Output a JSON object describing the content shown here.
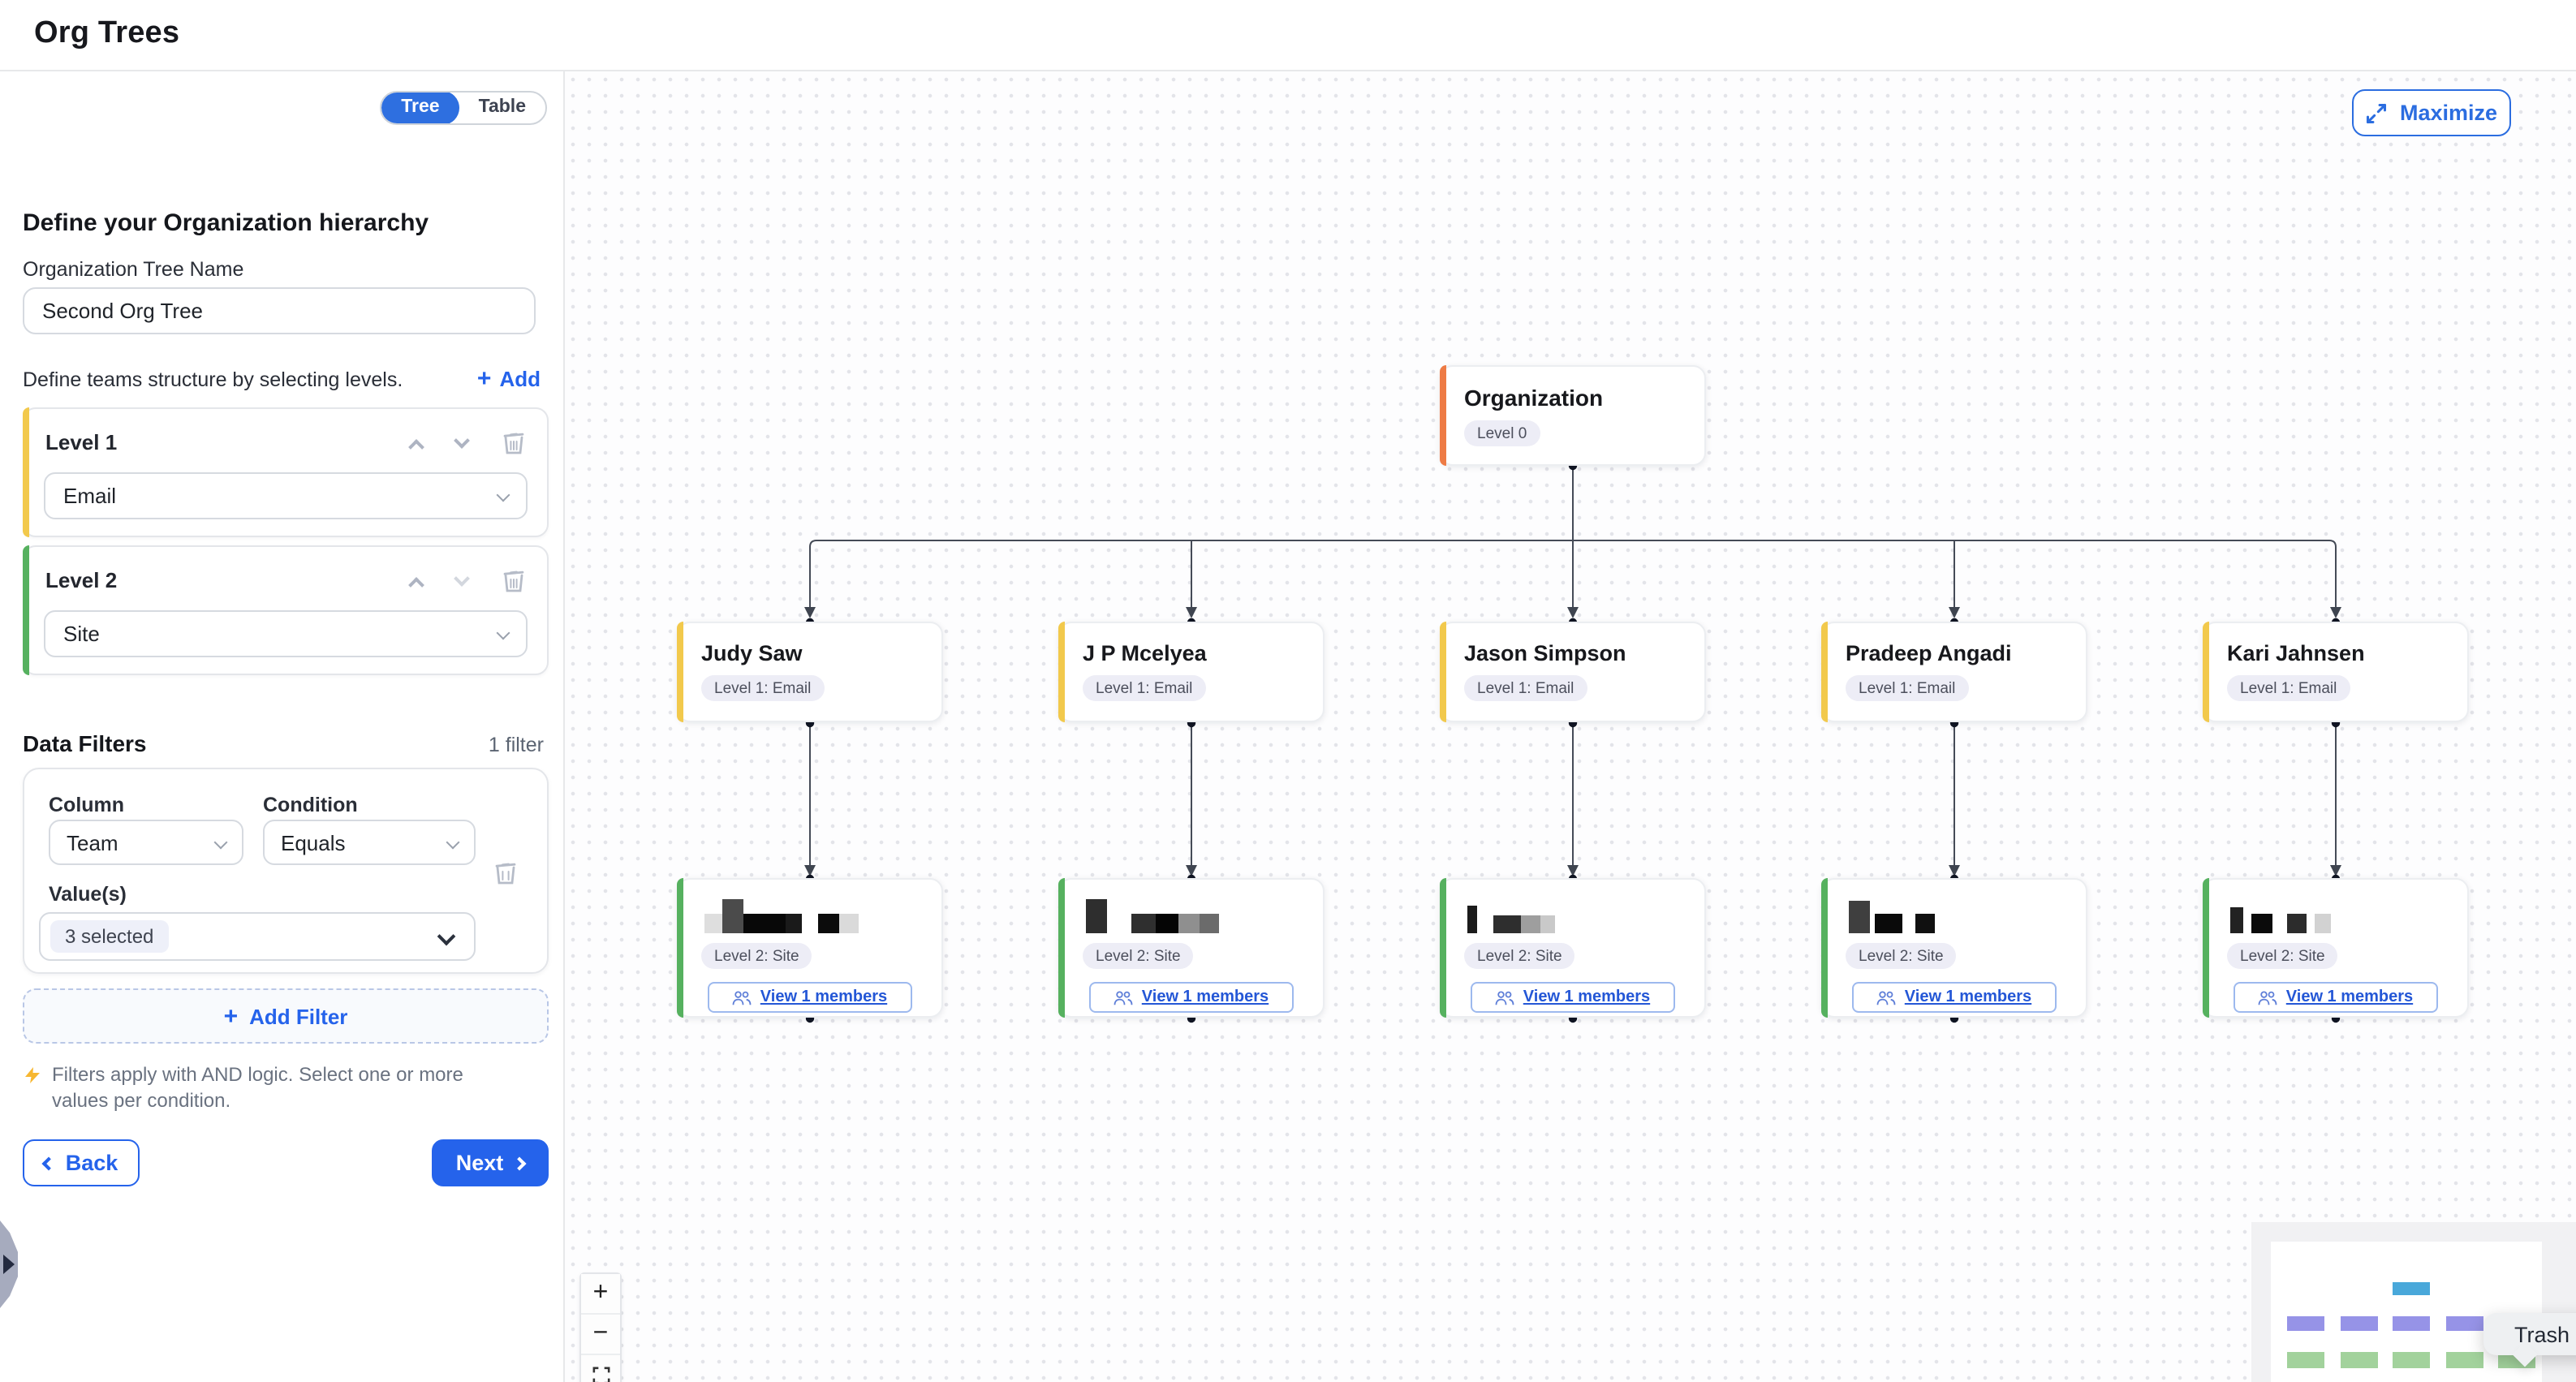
{
  "header": {
    "title": "Org Trees"
  },
  "sidebar": {
    "view_toggle": {
      "tree_label": "Tree",
      "table_label": "Table",
      "selected": "Tree"
    },
    "heading": "Define your Organization hierarchy",
    "tree_name": {
      "label": "Organization Tree Name",
      "value": "Second Org Tree"
    },
    "levels_section": {
      "hint": "Define teams structure by selecting levels.",
      "add_label": "Add",
      "plus": "+"
    },
    "levels": [
      {
        "label": "Level 1",
        "value": "Email",
        "accent": "#f2c94c"
      },
      {
        "label": "Level 2",
        "value": "Site",
        "accent": "#56b15f"
      }
    ],
    "data_filters": {
      "title": "Data Filters",
      "count_label": "1 filter",
      "column_label": "Column",
      "condition_label": "Condition",
      "values_label": "Value(s)",
      "filter": {
        "column": "Team",
        "condition": "Equals",
        "values": "3 selected"
      },
      "add_filter_label": "Add Filter",
      "plus": "+",
      "note": "Filters apply with AND logic. Select one or more values per condition."
    },
    "back_label": "Back",
    "next_label": "Next"
  },
  "canvas": {
    "maximize_label": "Maximize",
    "root": {
      "title": "Organization",
      "badge": "Level 0",
      "accent": "#ee7b45"
    },
    "level1_badge": "Level 1: Email",
    "level2_badge": "Level 2: Site",
    "members_label": "View 1 members",
    "level1_nodes": [
      {
        "name": "Judy Saw"
      },
      {
        "name": "J P Mcelyea"
      },
      {
        "name": "Jason Simpson"
      },
      {
        "name": "Pradeep Angadi"
      },
      {
        "name": "Kari Jahnsen"
      }
    ],
    "level2_nodes": [
      {
        "redaction": [
          {
            "w": 11,
            "h": 12,
            "c": "#dedede"
          },
          {
            "w": 13,
            "h": 21,
            "c": "#4b4b4b"
          },
          {
            "w": 26,
            "h": 12,
            "c": "#080808"
          },
          {
            "w": 10,
            "h": 12,
            "c": "#1a1a1a",
            "mr": 10
          },
          {
            "w": 13,
            "h": 12,
            "c": "#0c0c0c"
          },
          {
            "w": 12,
            "h": 12,
            "c": "#dadada"
          }
        ]
      },
      {
        "redaction": [
          {
            "w": 13,
            "h": 21,
            "c": "#2e2e2e",
            "mr": 15
          },
          {
            "w": 15,
            "h": 12,
            "c": "#2f2f2f"
          },
          {
            "w": 14,
            "h": 12,
            "c": "#050505"
          },
          {
            "w": 13,
            "h": 12,
            "c": "#8f8f8f"
          },
          {
            "w": 12,
            "h": 12,
            "c": "#6b6b6b"
          }
        ]
      },
      {
        "redaction": [
          {
            "w": 6,
            "h": 17,
            "c": "#1c1c1c",
            "mr": 10
          },
          {
            "w": 17,
            "h": 11,
            "c": "#2e2e2e"
          },
          {
            "w": 12,
            "h": 11,
            "c": "#9e9e9e"
          },
          {
            "w": 9,
            "h": 11,
            "c": "#c9c9c9"
          }
        ]
      },
      {
        "redaction": [
          {
            "w": 13,
            "h": 20,
            "c": "#3f3f3f",
            "mr": 3
          },
          {
            "w": 17,
            "h": 12,
            "c": "#0a0a0a",
            "mr": 8
          },
          {
            "w": 12,
            "h": 12,
            "c": "#101010"
          }
        ]
      },
      {
        "redaction": [
          {
            "w": 8,
            "h": 16,
            "c": "#222222",
            "mr": 5
          },
          {
            "w": 13,
            "h": 12,
            "c": "#0b0b0b",
            "mr": 9
          },
          {
            "w": 12,
            "h": 12,
            "c": "#2c2c2c",
            "mr": 5
          },
          {
            "w": 10,
            "h": 12,
            "c": "#d2d2d2"
          }
        ]
      }
    ],
    "zoom_controls": {
      "zoom_in": "+",
      "zoom_out": "−"
    },
    "tooltip": "Trash"
  },
  "colors": {
    "accent_blue": "#2563eb",
    "toggle_blue": "#2e6fe0",
    "root_accent": "#ee7b45",
    "level1_accent": "#f2c94c",
    "level2_accent": "#56b15f",
    "badge_bg": "#ededf6",
    "edge": "#454b57",
    "minimap_root": "#49a8da",
    "minimap_level1": "#9693e7",
    "minimap_level2": "#a2d29c"
  }
}
